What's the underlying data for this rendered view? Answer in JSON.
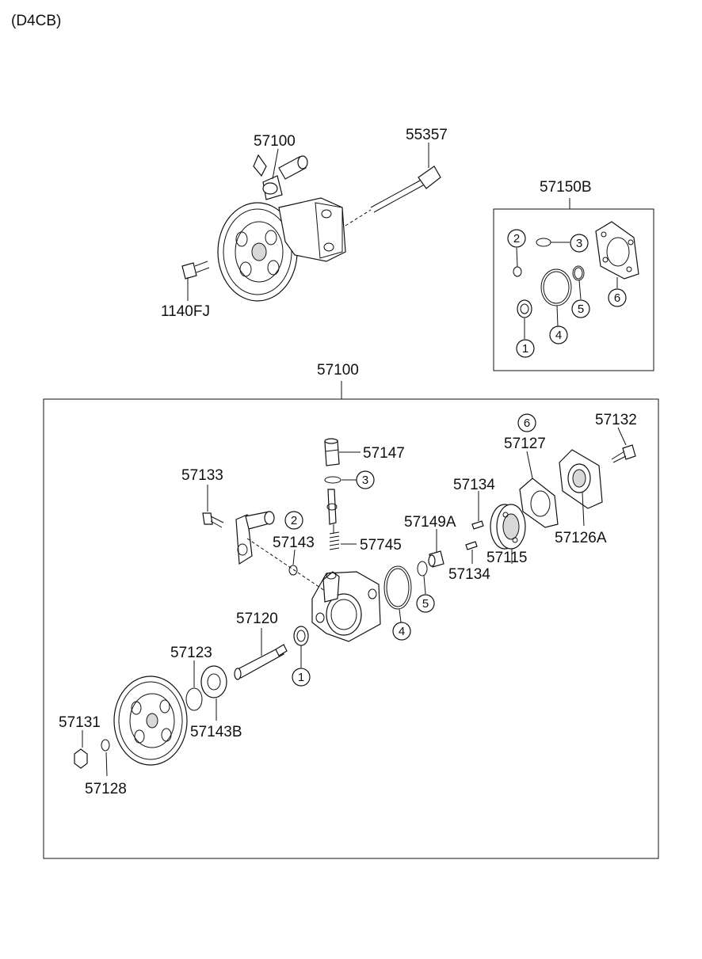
{
  "header": {
    "engine_code": "(D4CB)"
  },
  "assembly": {
    "pump_label": "57100",
    "bolt_label": "55357",
    "mount_bolt_label": "1140FJ"
  },
  "seal_kit": {
    "kit_label": "57150B",
    "items": [
      {
        "callout": "1"
      },
      {
        "callout": "2"
      },
      {
        "callout": "3"
      },
      {
        "callout": "4"
      },
      {
        "callout": "5"
      },
      {
        "callout": "6"
      }
    ]
  },
  "exploded": {
    "title": "57100",
    "parts": [
      "57147",
      "57133",
      "57143",
      "57745",
      "57120",
      "57123",
      "57131",
      "57143B",
      "57128",
      "57149A",
      "57134",
      "57134",
      "57115",
      "57127",
      "57126A",
      "57132"
    ],
    "callouts": [
      "3",
      "2",
      "1",
      "4",
      "5",
      "6"
    ]
  }
}
